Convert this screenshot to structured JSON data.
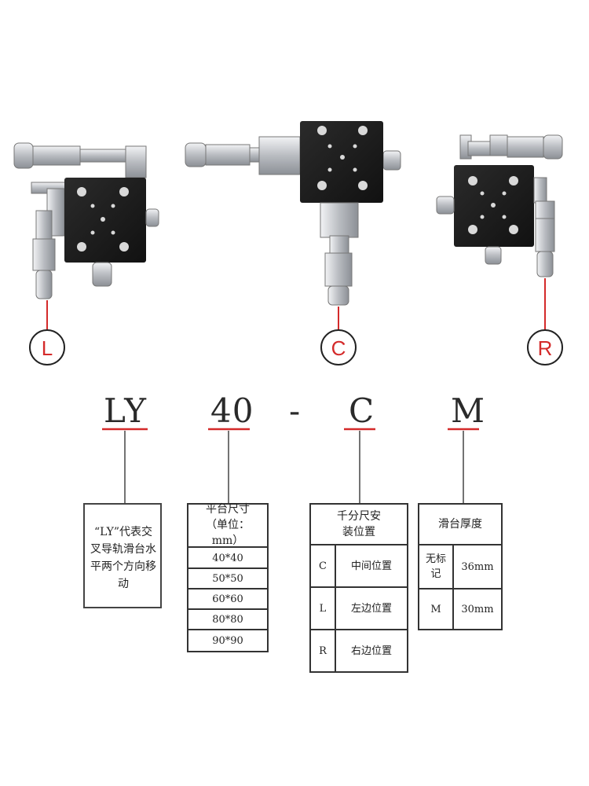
{
  "positions": [
    {
      "key": "L"
    },
    {
      "key": "C"
    },
    {
      "key": "R"
    }
  ],
  "code": {
    "part1": "LY",
    "part2": "40",
    "dash": "-",
    "part3": "C",
    "part4": "M"
  },
  "box_type": {
    "text": "“LY”代表交叉导轨滑台水平两个方向移动"
  },
  "box_size": {
    "header": "平台尺寸（单位：mm）",
    "rows": [
      "40*40",
      "50*50",
      "60*60",
      "80*80",
      "90*90"
    ]
  },
  "box_position": {
    "header": "千分尺安装位置",
    "rows": [
      {
        "code": "C",
        "label": "中间位置"
      },
      {
        "code": "L",
        "label": "左边位置"
      },
      {
        "code": "R",
        "label": "右边位置"
      }
    ]
  },
  "box_thickness": {
    "header": "滑台厚度",
    "rows": [
      {
        "code": "无标记",
        "value": "36mm"
      },
      {
        "code": "M",
        "value": "30mm"
      }
    ]
  },
  "colors": {
    "accent": "#d42a2a",
    "stage": "#1c1c1c",
    "metal": "#c9ccd0"
  },
  "icons": [
    "micrometer-icon",
    "xy-stage-icon"
  ]
}
